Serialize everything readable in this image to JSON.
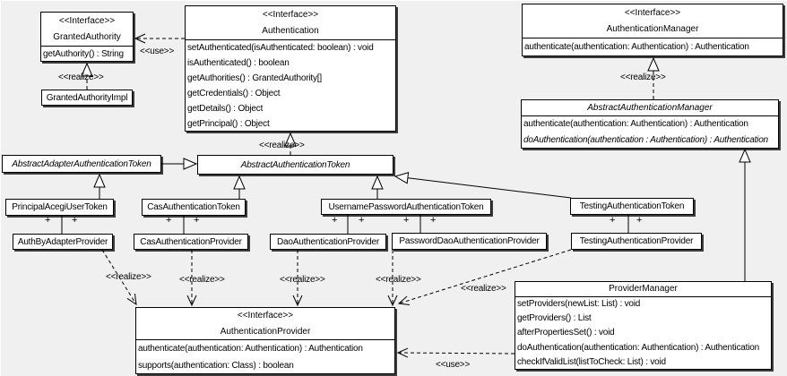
{
  "stereotypes": {
    "interface": "<<Interface>>",
    "realize": "<<realize>>",
    "use": "<<use>>",
    "plus": "+"
  },
  "classes": {
    "granted_authority": {
      "stereotype": "<<Interface>>",
      "name": "GrantedAuthority",
      "methods": [
        "getAuthority() : String"
      ]
    },
    "granted_authority_impl": {
      "name": "GrantedAuthorityImpl"
    },
    "authentication": {
      "stereotype": "<<Interface>>",
      "name": "Authentication",
      "methods": [
        "setAuthenticated(isAuthenticated: boolean) : void",
        "isAuthenticated() : boolean",
        "getAuthorities() : GrantedAuthority[]",
        "getCredentials() : Object",
        "getDetails() : Object",
        "getPrincipal() : Object"
      ]
    },
    "authentication_manager": {
      "stereotype": "<<Interface>>",
      "name": "AuthenticationManager",
      "methods": [
        "authenticate(authentication: Authentication) : Authentication"
      ]
    },
    "abstract_authentication_manager": {
      "name": "AbstractAuthenticationManager",
      "methods": [
        "authenticate(authentication: Authentication) : Authentication",
        "doAuthentication(authentication : Authentication) : Authentication"
      ]
    },
    "abstract_adapter_authentication_token": {
      "name": "AbstractAdapterAuthenticationToken"
    },
    "abstract_authentication_token": {
      "name": "AbstractAuthenticationToken"
    },
    "principal_acegi_user_token": {
      "name": "PrincipalAcegiUserToken"
    },
    "cas_authentication_token": {
      "name": "CasAuthenticationToken"
    },
    "username_password_authentication_token": {
      "name": "UsernamePasswordAuthenticationToken"
    },
    "testing_authentication_token": {
      "name": "TestingAuthenticationToken"
    },
    "auth_by_adapter_provider": {
      "name": "AuthByAdapterProvider"
    },
    "cas_authentication_provider": {
      "name": "CasAuthenticationProvider"
    },
    "dao_authentication_provider": {
      "name": "DaoAuthenticationProvider"
    },
    "password_dao_authentication_provider": {
      "name": "PasswordDaoAuthenticationProvider"
    },
    "testing_authentication_provider": {
      "name": "TestingAuthenticationProvider"
    },
    "authentication_provider": {
      "stereotype": "<<Interface>>",
      "name": "AuthenticationProvider",
      "methods": [
        "authenticate(authentication: Authentication) : Authentication",
        "supports(authentication: Class) : boolean"
      ]
    },
    "provider_manager": {
      "name": "ProviderManager",
      "methods": [
        "setProviders(newList: List) : void",
        "getProviders() : List",
        "afterPropertiesSet() : void",
        "doAuthentication(authentication: Authentication) : Authentication",
        "checkIfValidList(listToCheck: List) : void"
      ]
    }
  }
}
